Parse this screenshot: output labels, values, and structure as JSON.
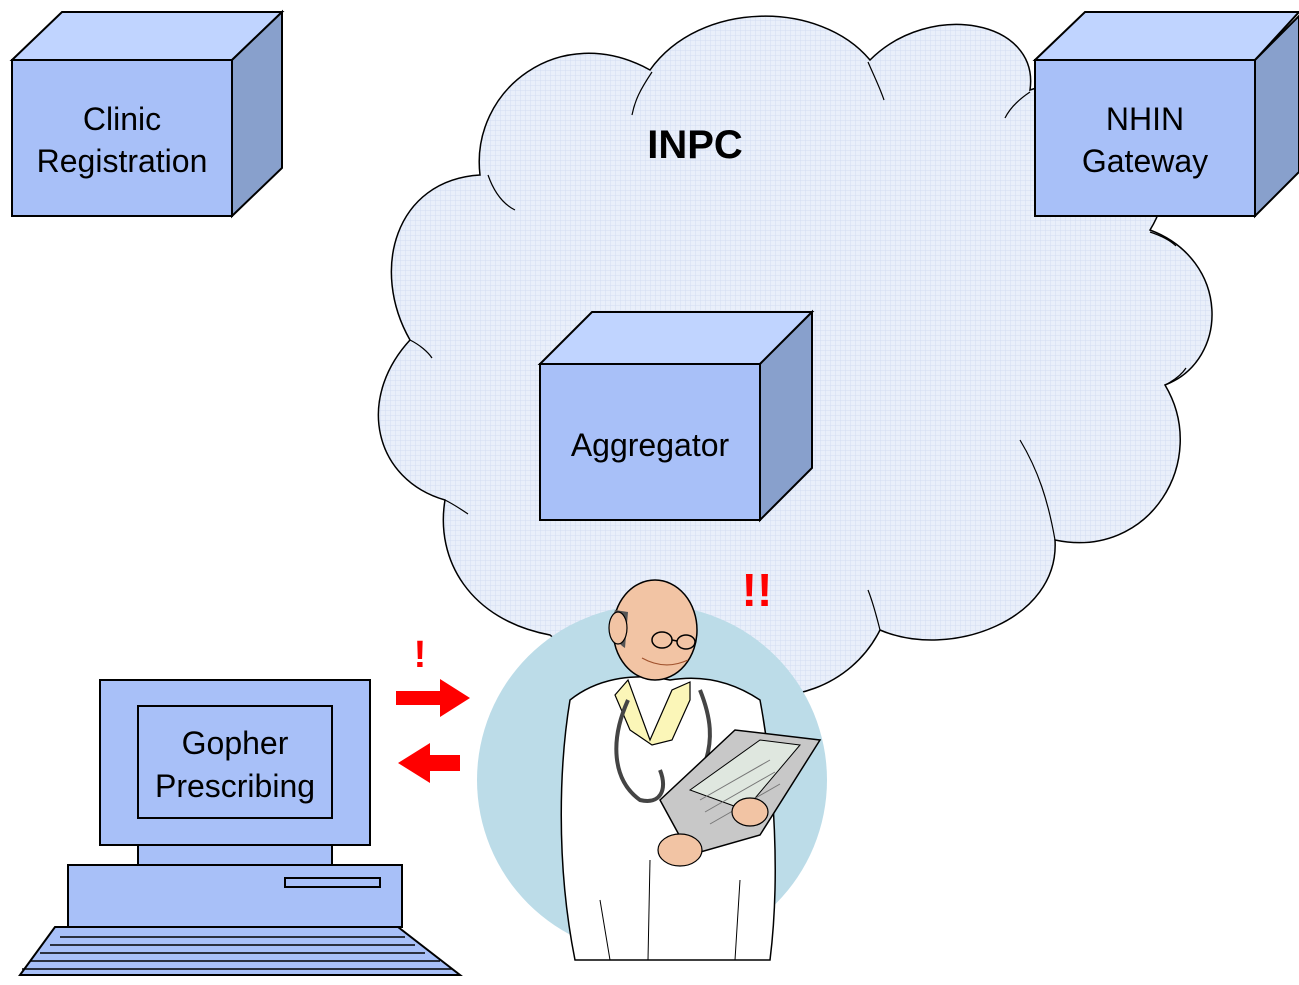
{
  "diagram": {
    "cloud": {
      "title": "INPC"
    },
    "boxes": {
      "clinic": {
        "line1": "Clinic",
        "line2": "Registration"
      },
      "nhin": {
        "line1": "NHIN",
        "line2": "Gateway"
      },
      "aggregator": {
        "label": "Aggregator"
      }
    },
    "computer": {
      "line1": "Gopher",
      "line2": "Prescribing"
    },
    "alerts": {
      "single": "!",
      "double": "!!"
    },
    "colors": {
      "box_front": "#a8c0f8",
      "box_top": "#c0d4ff",
      "box_side": "#88a0cc",
      "cloud_fill": "#e8eefa",
      "accent": "#ff0000",
      "person_circle": "#bcdce8"
    }
  }
}
